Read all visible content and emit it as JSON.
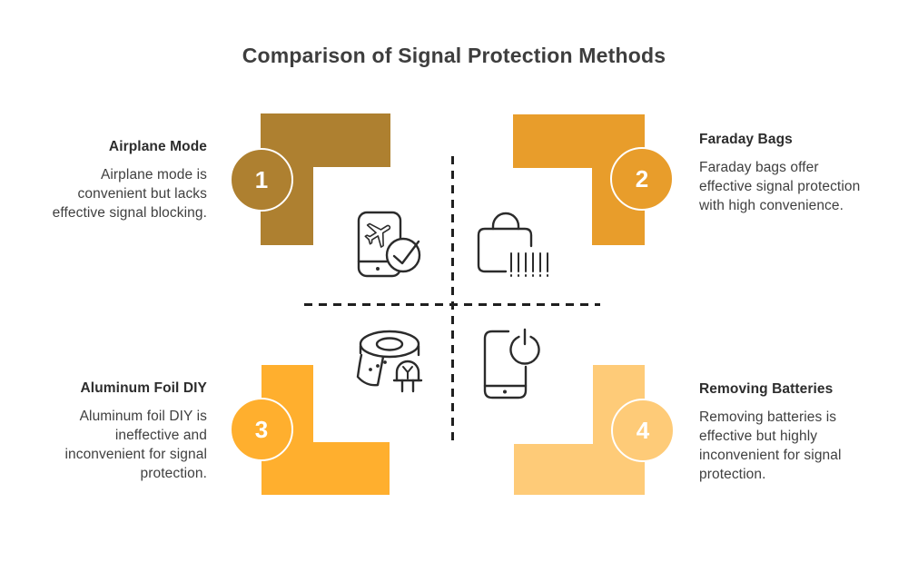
{
  "title": "Comparison of Signal Protection Methods",
  "colors": {
    "quadrant1": "#ae8030",
    "quadrant2": "#e89d2b",
    "quadrant3": "#ffaf2e",
    "quadrant4": "#fecb78",
    "title_text": "#3e3e3e",
    "heading_text": "#2d2d2d",
    "body_text": "#3f3f3f",
    "divider": "#1f1f1f",
    "badge_text": "#ffffff",
    "background": "#ffffff"
  },
  "quadrants": [
    {
      "number": "1",
      "heading": "Airplane Mode",
      "description": "Airplane mode is convenient but lacks effective signal blocking.",
      "icon": "phone-airplane-check-icon"
    },
    {
      "number": "2",
      "heading": "Faraday Bags",
      "description": "Faraday bags offer effective signal protection with high convenience.",
      "icon": "faraday-bag-barcode-icon"
    },
    {
      "number": "3",
      "heading": "Aluminum Foil DIY",
      "description": "Aluminum foil DIY is ineffective and inconvenient for signal protection.",
      "icon": "foil-roll-led-icon"
    },
    {
      "number": "4",
      "heading": "Removing Batteries",
      "description": "Removing batteries is effective but highly inconvenient for signal protection.",
      "icon": "phone-power-off-icon"
    }
  ]
}
